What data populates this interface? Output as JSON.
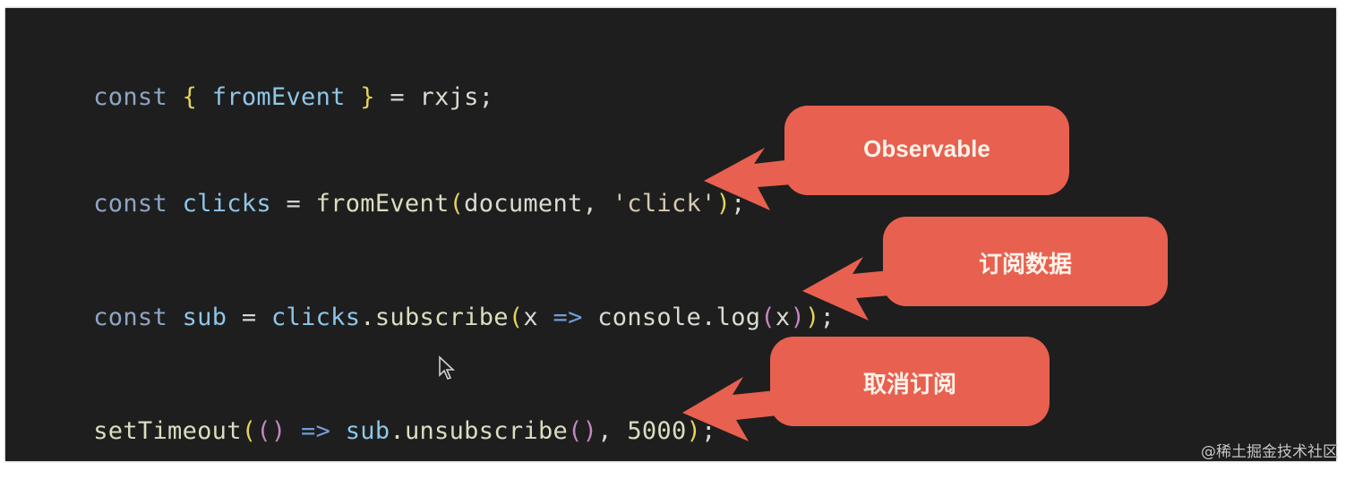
{
  "code": {
    "lines": [
      {
        "tokens": [
          {
            "text": "const ",
            "cls": "kw"
          },
          {
            "text": "{ ",
            "cls": "brace-y"
          },
          {
            "text": "fromEvent ",
            "cls": "var"
          },
          {
            "text": "} ",
            "cls": "brace-y"
          },
          {
            "text": "= ",
            "cls": "op"
          },
          {
            "text": "rxjs;",
            "cls": "plain"
          }
        ]
      },
      {
        "tokens": [
          {
            "text": "const ",
            "cls": "kw"
          },
          {
            "text": "clicks ",
            "cls": "var"
          },
          {
            "text": "= ",
            "cls": "op"
          },
          {
            "text": "fromEvent",
            "cls": "fn"
          },
          {
            "text": "(",
            "cls": "brace-y"
          },
          {
            "text": "document, ",
            "cls": "plain"
          },
          {
            "text": "'click'",
            "cls": "str"
          },
          {
            "text": ")",
            "cls": "brace-y"
          },
          {
            "text": ";",
            "cls": "plain"
          }
        ]
      },
      {
        "tokens": [
          {
            "text": "const ",
            "cls": "kw"
          },
          {
            "text": "sub ",
            "cls": "var"
          },
          {
            "text": "= ",
            "cls": "op"
          },
          {
            "text": "clicks",
            "cls": "var"
          },
          {
            "text": ".subscribe",
            "cls": "fn"
          },
          {
            "text": "(",
            "cls": "brace-y"
          },
          {
            "text": "x ",
            "cls": "plain"
          },
          {
            "text": "=> ",
            "cls": "arrow-op"
          },
          {
            "text": "console.log",
            "cls": "plain"
          },
          {
            "text": "(",
            "cls": "paren-p"
          },
          {
            "text": "x",
            "cls": "plain"
          },
          {
            "text": ")",
            "cls": "paren-p"
          },
          {
            "text": ")",
            "cls": "brace-y"
          },
          {
            "text": ";",
            "cls": "plain"
          }
        ]
      },
      {
        "tokens": [
          {
            "text": "setTimeout",
            "cls": "fn"
          },
          {
            "text": "(",
            "cls": "brace-y"
          },
          {
            "text": "()",
            "cls": "paren-p"
          },
          {
            "text": " ",
            "cls": "plain"
          },
          {
            "text": "=> ",
            "cls": "arrow-op"
          },
          {
            "text": "sub",
            "cls": "var"
          },
          {
            "text": ".unsubscribe",
            "cls": "fn"
          },
          {
            "text": "()",
            "cls": "paren-p"
          },
          {
            "text": ", ",
            "cls": "plain"
          },
          {
            "text": "5000",
            "cls": "num"
          },
          {
            "text": ")",
            "cls": "brace-y"
          },
          {
            "text": ";",
            "cls": "plain"
          }
        ]
      }
    ]
  },
  "callouts": [
    {
      "label": "Observable",
      "color": "#e8604f"
    },
    {
      "label": "订阅数据",
      "color": "#e8604f"
    },
    {
      "label": "取消订阅",
      "color": "#e8604f"
    }
  ],
  "cursor": {
    "icon": "mouse-pointer-icon"
  },
  "watermark": {
    "text": "@稀土掘金技术社区"
  },
  "colors": {
    "background": "#1e1e1e",
    "callout": "#e8604f",
    "callout_text": "#fff3ea"
  }
}
